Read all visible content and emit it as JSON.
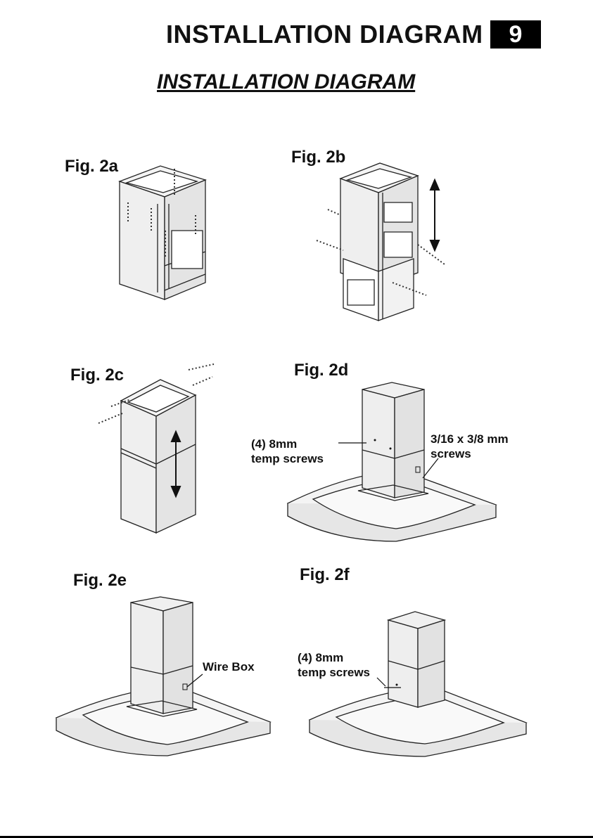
{
  "header": {
    "title": "INSTALLATION DIAGRAM",
    "page_number": "9"
  },
  "subtitle": "INSTALLATION DIAGRAM",
  "figures": [
    {
      "label": "Fig. 2a"
    },
    {
      "label": "Fig. 2b"
    },
    {
      "label": "Fig. 2c"
    },
    {
      "label": "Fig. 2d",
      "callouts": [
        "(4) 8mm\ntemp screws",
        "3/16 x 3/8 mm\nscrews"
      ]
    },
    {
      "label": "Fig. 2e",
      "callouts": [
        "Wire Box"
      ]
    },
    {
      "label": "Fig. 2f",
      "callouts": [
        "(4) 8mm\ntemp screws"
      ]
    }
  ]
}
